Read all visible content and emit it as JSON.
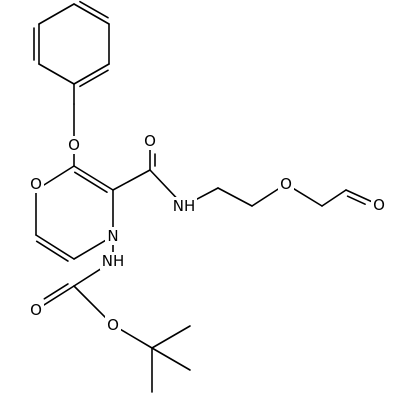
{
  "atoms": {
    "o_ether_benzyl": "O",
    "o_ketone": "O",
    "o_amide": "O",
    "nh_amide": "NH",
    "o_ether_chain": "O",
    "o_aldehyde": "O",
    "n_ring": "N",
    "nh_hydrazide": "NH",
    "o_carbamate_carbonyl": "O",
    "o_carbamate_ester": "O"
  }
}
